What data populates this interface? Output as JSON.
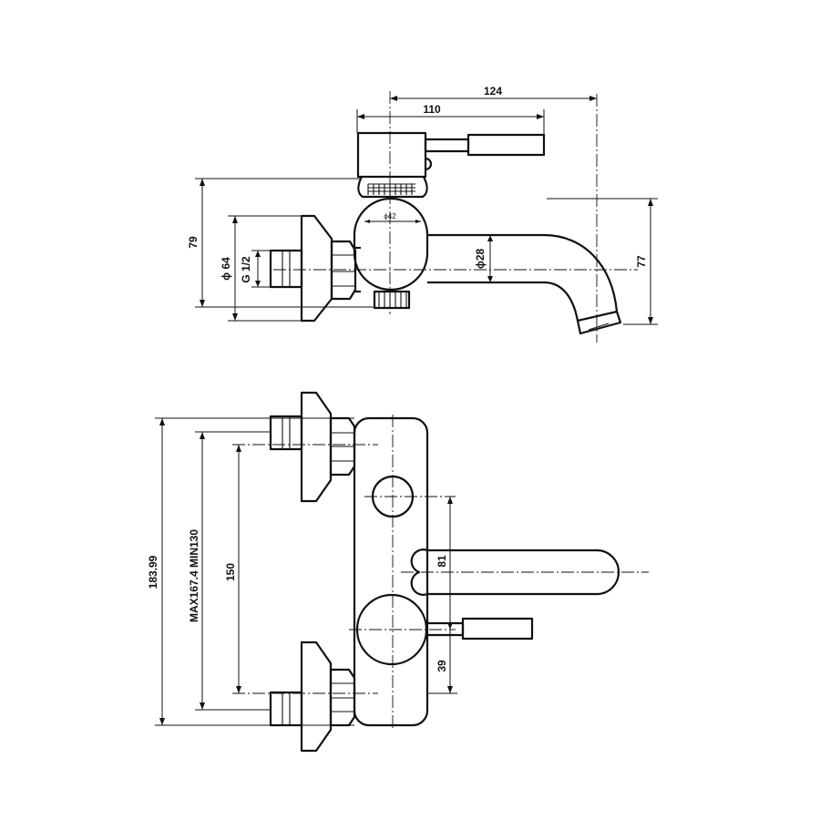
{
  "dimensions": {
    "side_width_overall": "124",
    "side_width_body": "110",
    "side_height": "79",
    "side_spout_height": "77",
    "flange_diameter": "ϕ 64",
    "thread_size": "G 1/2",
    "spout_diameter": "ϕ28",
    "small_diameter": "ϕ42",
    "front_overall_height": "183.99",
    "front_range": "MAX167.4  MIN130",
    "front_centers": "150",
    "front_spout_offset": "81",
    "front_lower_offset": "39"
  },
  "colors": {
    "line": "#111111",
    "background": "#ffffff"
  }
}
